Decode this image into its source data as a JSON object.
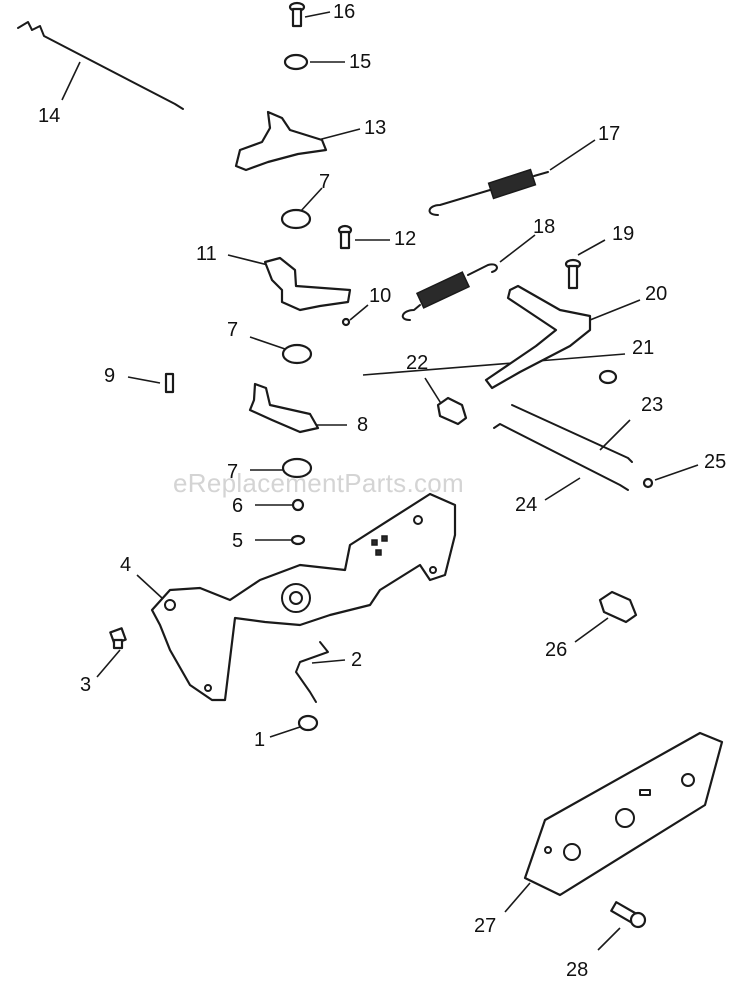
{
  "watermark": "eReplacementParts.com",
  "callouts": [
    "16",
    "15",
    "14",
    "13",
    "17",
    "7",
    "12",
    "11",
    "18",
    "19",
    "10",
    "20",
    "7",
    "21",
    "9",
    "22",
    "8",
    "23",
    "7",
    "25",
    "6",
    "24",
    "5",
    "4",
    "26",
    "2",
    "3",
    "1",
    "27",
    "28"
  ]
}
